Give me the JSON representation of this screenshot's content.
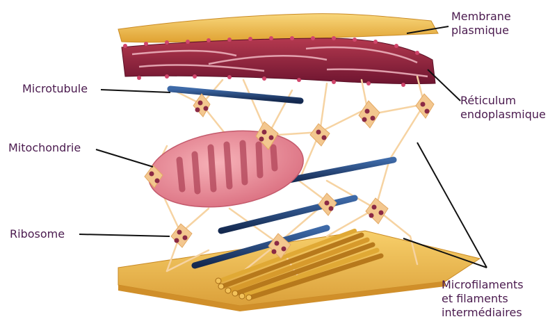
{
  "labels": {
    "membrane": [
      "Membrane",
      "plasmique"
    ],
    "reticulum": [
      "Réticulum",
      "endoplasmique"
    ],
    "microtubule": "Microtubule",
    "mitochondrie": "Mitochondrie",
    "ribosome": "Ribosome",
    "filaments": [
      "Microfilaments",
      "et filaments",
      "intermédiaires"
    ]
  },
  "colors": {
    "label_text": "#4a1a4e",
    "membrane": "#f2bd4a",
    "reticulum": "#8e1f3a",
    "microtubule": "#1f3f73",
    "mitochondria": "#ea8c98",
    "cytoskeleton": "#f6d3a2",
    "ribosome": "#8b2a45"
  },
  "icons": {
    "membrane": "plasma-membrane-icon",
    "reticulum": "endoplasmic-reticulum-icon",
    "mitochondria": "mitochondria-icon",
    "microtubule": "microtubule-icon",
    "filaments": "actin-filament-bundle-icon"
  }
}
